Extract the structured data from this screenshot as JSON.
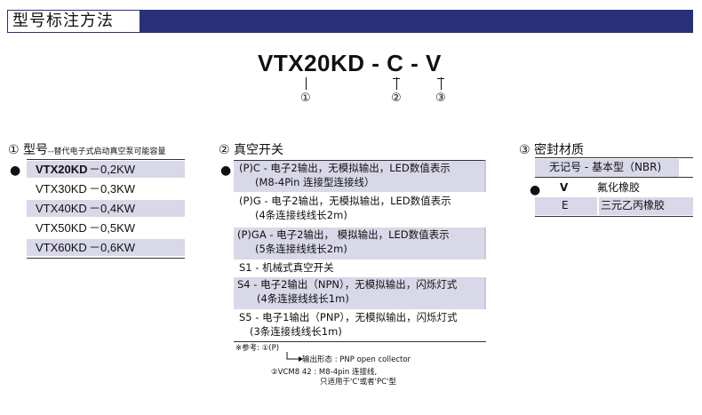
{
  "header": {
    "title": "型号标注方法"
  },
  "code": {
    "text": "VTX20KD - C - V",
    "callouts": [
      "①",
      "②",
      "③"
    ]
  },
  "model_section": {
    "heading": "① 型号",
    "subheading": "--替代电子式启动真空泵可能容量",
    "rows": [
      {
        "model": "VTX20KD",
        "capacity": "－0,2KW",
        "selected": true
      },
      {
        "model": "VTX30KD",
        "capacity": "－0,3KW",
        "selected": false
      },
      {
        "model": "VTX40KD",
        "capacity": "－0,4KW",
        "selected": false
      },
      {
        "model": "VTX50KD",
        "capacity": "－0,5KW",
        "selected": false
      },
      {
        "model": "VTX60KD",
        "capacity": "－0,6KW",
        "selected": false
      }
    ]
  },
  "switch_section": {
    "heading": "② 真空开关",
    "options": [
      {
        "line1": "(P)C - 电子2输出，无模拟输出，LED数值表示",
        "line2": "(M8-4Pin 连接型连接线）"
      },
      {
        "line1": "(P)G - 电子2输出，无模拟输出，LED数值表示",
        "line2": "(4条连接线线长2m)"
      },
      {
        "line1": "(P)GA - 电子2输出， 模拟输出，LED数值表示",
        "line2": "(5条连接线线长2m)"
      },
      {
        "line1": "S1 - 机械式真空开关",
        "line2": ""
      },
      {
        "line1": "S4 - 电子2输出（NPN），无模拟输出，闪烁灯式",
        "line2": "(4条连接线线长1m)"
      },
      {
        "line1": "S5 - 电子1输出（PNP），无模拟输出，闪烁灯式",
        "line2": "(3条连接线线长1m)"
      }
    ]
  },
  "material_section": {
    "heading": "③ 密封材质",
    "rows": [
      {
        "code": "",
        "label": "无记号 - 基本型（NBR)"
      },
      {
        "code": "V",
        "label": "氟化橡胶"
      },
      {
        "code": "E",
        "label": "三元乙丙橡胶"
      }
    ]
  },
  "notes": {
    "ref": "※参考: ①(P)",
    "output": "输出形态 : PNP open collector",
    "vcm_line1": "②VCM8 42 : M8-4pin 连接线,",
    "vcm_line2": "只适用于'C'或者'PC'型"
  }
}
